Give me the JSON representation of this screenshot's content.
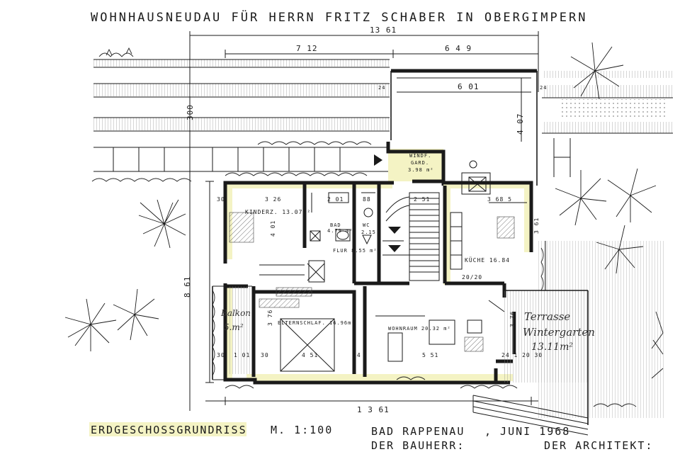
{
  "title": "WOHNHAUSNEUDAU FÜR HERRN FRITZ SCHABER IN OBERGIMPERN",
  "dimensions": {
    "overall_top": "13 61",
    "left_part": "7 12",
    "right_part": "6 4 9",
    "carport": "6 01",
    "garage_left": "24",
    "garage_right": "24",
    "garden_height": "300",
    "garage_height": "4 07",
    "overall_height": "8 61",
    "overall_bottom": "1 3 61",
    "kinderz_width": "3 26",
    "kinderz_height": "4 01",
    "bad_width": "2 01",
    "wc_width": "88",
    "stair_width": "2 51",
    "kueche_width": "3 68 5",
    "left_wall": "30",
    "balkon_width": "1 01",
    "eltern_width": "4 51",
    "eltern_height": "3 76",
    "wohn_width": "5 51",
    "wohn_height": "3 76",
    "wall_30": "30",
    "wall_24": "24",
    "terrace_dims": "24 1 20 30",
    "kueche_door": "20/20",
    "side_dim": "3 61"
  },
  "rooms": {
    "windfang": "WINDF.",
    "garderobe": "GARD.",
    "windfang_area": "3.98 m²",
    "kinderz": "KINDERZ. 13.07m²",
    "bad": "BAD",
    "bad_area": "4.79 m²",
    "wc": "WC",
    "wc_area": "2.15",
    "flur": "FLUR 8.55 m²",
    "kueche": "KÜCHE 16.84",
    "balkon": "Balkon",
    "balkon_area": "5.m²",
    "elternschlaf": "ELTERNSCHLAF. 16.96m²",
    "wohnraum": "WOHNRAUM 20.32 m²",
    "terrasse": "Terrasse",
    "wintergarten": "Wintergarten",
    "terrasse_area": "13.11m²"
  },
  "footer": {
    "plan_name": "ERDGESCHOSSGRUNDRISS",
    "scale": "M. 1:100",
    "place": "BAD RAPPENAU",
    "date": ", JUNI 1968",
    "client": "DER BAUHERR:",
    "architect": "DER ARCHITEKT:"
  },
  "colors": {
    "ink": "#1a1a1a",
    "highlight": "#f4f3c4",
    "paper": "#ffffff"
  }
}
